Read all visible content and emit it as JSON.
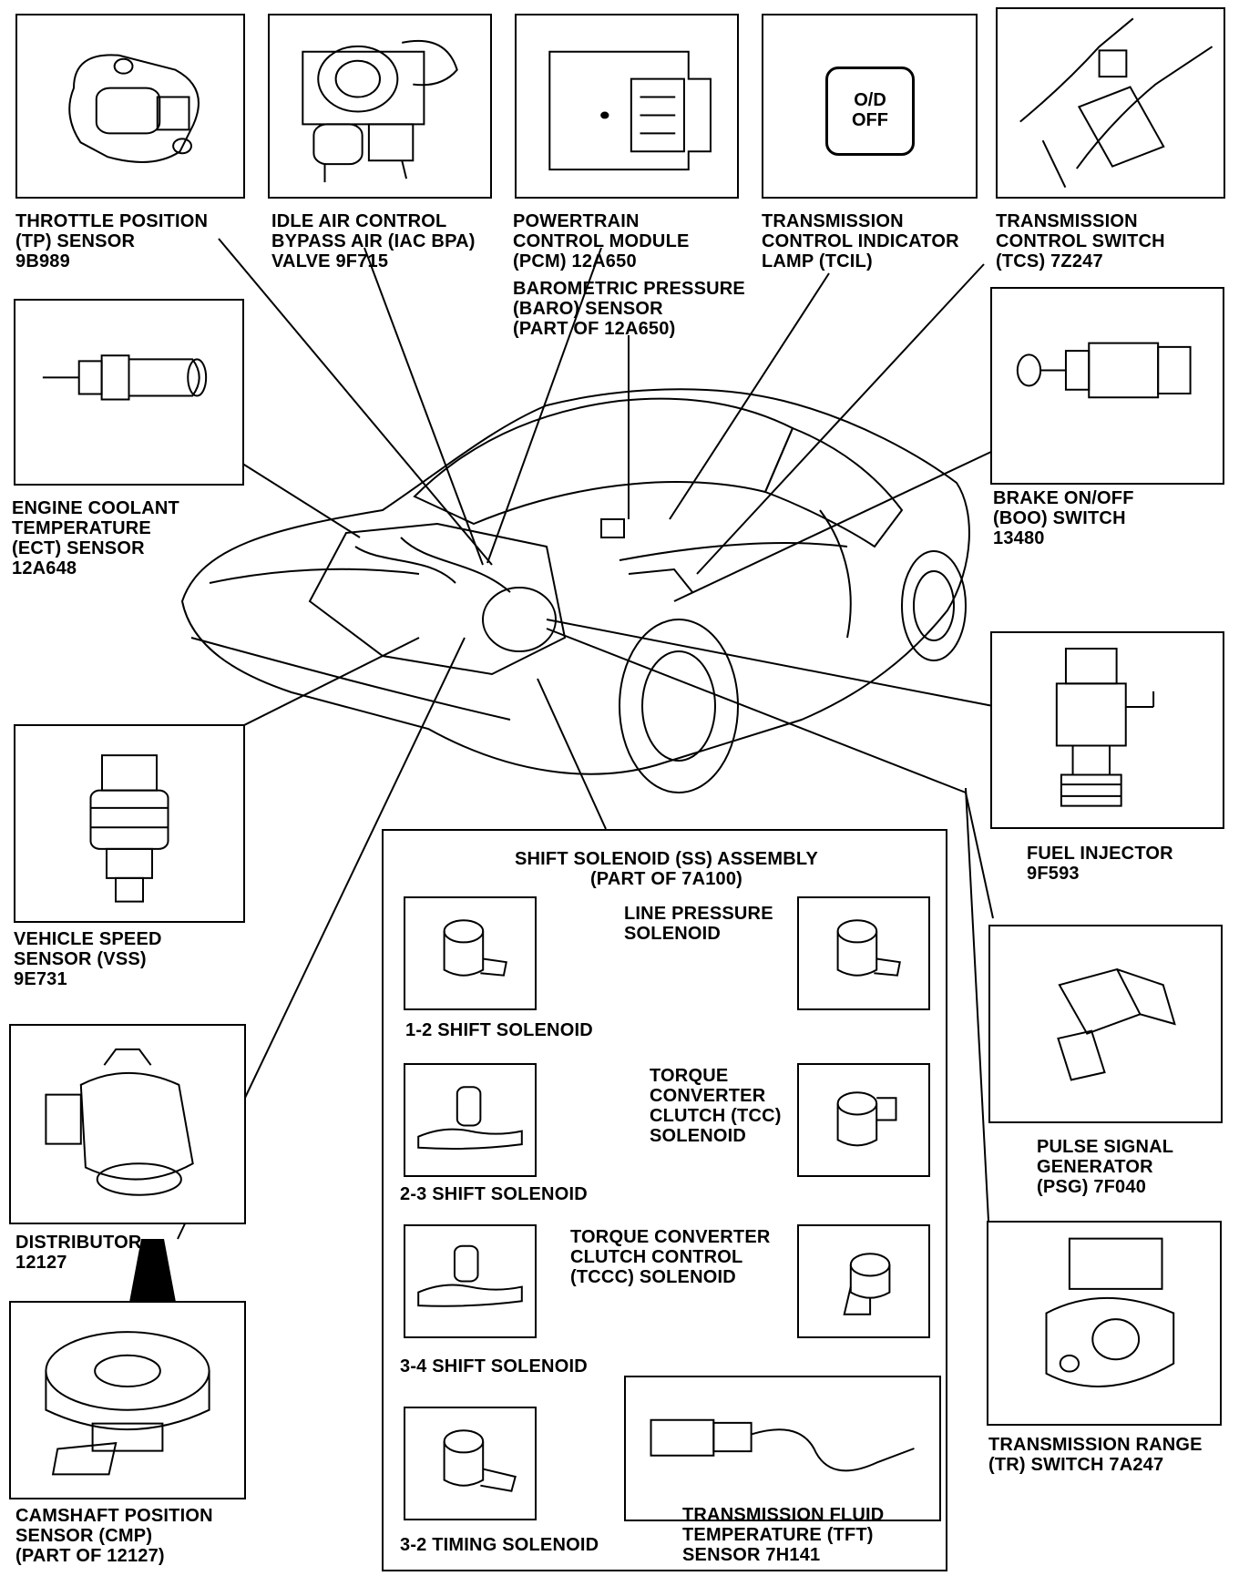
{
  "diagram": {
    "components": [
      {
        "id": "tp",
        "label": "THROTTLE POSITION\n(TP) SENSOR\n9B989",
        "icon": "throttle-position-sensor"
      },
      {
        "id": "iac",
        "label": "IDLE AIR CONTROL\nBYPASS AIR (IAC BPA)\nVALVE 9F715",
        "icon": "idle-air-control-valve"
      },
      {
        "id": "pcm",
        "label": "POWERTRAIN\nCONTROL MODULE\n(PCM) 12A650",
        "icon": "control-module"
      },
      {
        "id": "baro",
        "label": "BAROMETRIC PRESSURE\n(BARO) SENSOR\n(PART OF 12A650)"
      },
      {
        "id": "tcil",
        "label": "TRANSMISSION\nCONTROL INDICATOR\nLAMP (TCIL)",
        "icon": "od-off-lamp",
        "button_text": "O/D\nOFF"
      },
      {
        "id": "tcs",
        "label": "TRANSMISSION\nCONTROL SWITCH\n(TCS) 7Z247",
        "icon": "shift-console"
      },
      {
        "id": "ect",
        "label": "ENGINE COOLANT\nTEMPERATURE\n(ECT) SENSOR\n12A648",
        "icon": "coolant-temperature-sensor"
      },
      {
        "id": "boo",
        "label": "BRAKE ON/OFF\n(BOO) SWITCH\n13480",
        "icon": "brake-switch"
      },
      {
        "id": "vss",
        "label": "VEHICLE SPEED\nSENSOR (VSS)\n9E731",
        "icon": "vehicle-speed-sensor"
      },
      {
        "id": "injector",
        "label": "FUEL INJECTOR\n9F593",
        "icon": "fuel-injector"
      },
      {
        "id": "psg",
        "label": "PULSE SIGNAL\nGENERATOR\n(PSG) 7F040",
        "icon": "pulse-signal-generator"
      },
      {
        "id": "distributor",
        "label": "DISTRIBUTOR\n12127",
        "icon": "distributor"
      },
      {
        "id": "tr",
        "label": "TRANSMISSION RANGE\n(TR) SWITCH 7A247",
        "icon": "range-switch"
      },
      {
        "id": "cmp",
        "label": "CAMSHAFT POSITION\nSENSOR (CMP)\n(PART OF 12127)",
        "icon": "camshaft-sensor"
      }
    ],
    "solenoid_assembly": {
      "title": "SHIFT SOLENOID (SS) ASSEMBLY\n(PART OF 7A100)",
      "items": [
        {
          "id": "s12",
          "label": "1-2 SHIFT SOLENOID"
        },
        {
          "id": "lp",
          "label": "LINE PRESSURE\nSOLENOID"
        },
        {
          "id": "s23",
          "label": "2-3 SHIFT SOLENOID"
        },
        {
          "id": "tcc",
          "label": "TORQUE\nCONVERTER\nCLUTCH (TCC)\nSOLENOID"
        },
        {
          "id": "s34",
          "label": "3-4 SHIFT SOLENOID"
        },
        {
          "id": "tccc",
          "label": "TORQUE CONVERTER\nCLUTCH CONTROL\n(TCCC) SOLENOID"
        },
        {
          "id": "s32",
          "label": "3-2 TIMING SOLENOID"
        },
        {
          "id": "tft",
          "label": "TRANSMISSION FLUID\nTEMPERATURE (TFT)\nSENSOR 7H141"
        }
      ]
    },
    "vehicle": "car-engine-compartment"
  }
}
